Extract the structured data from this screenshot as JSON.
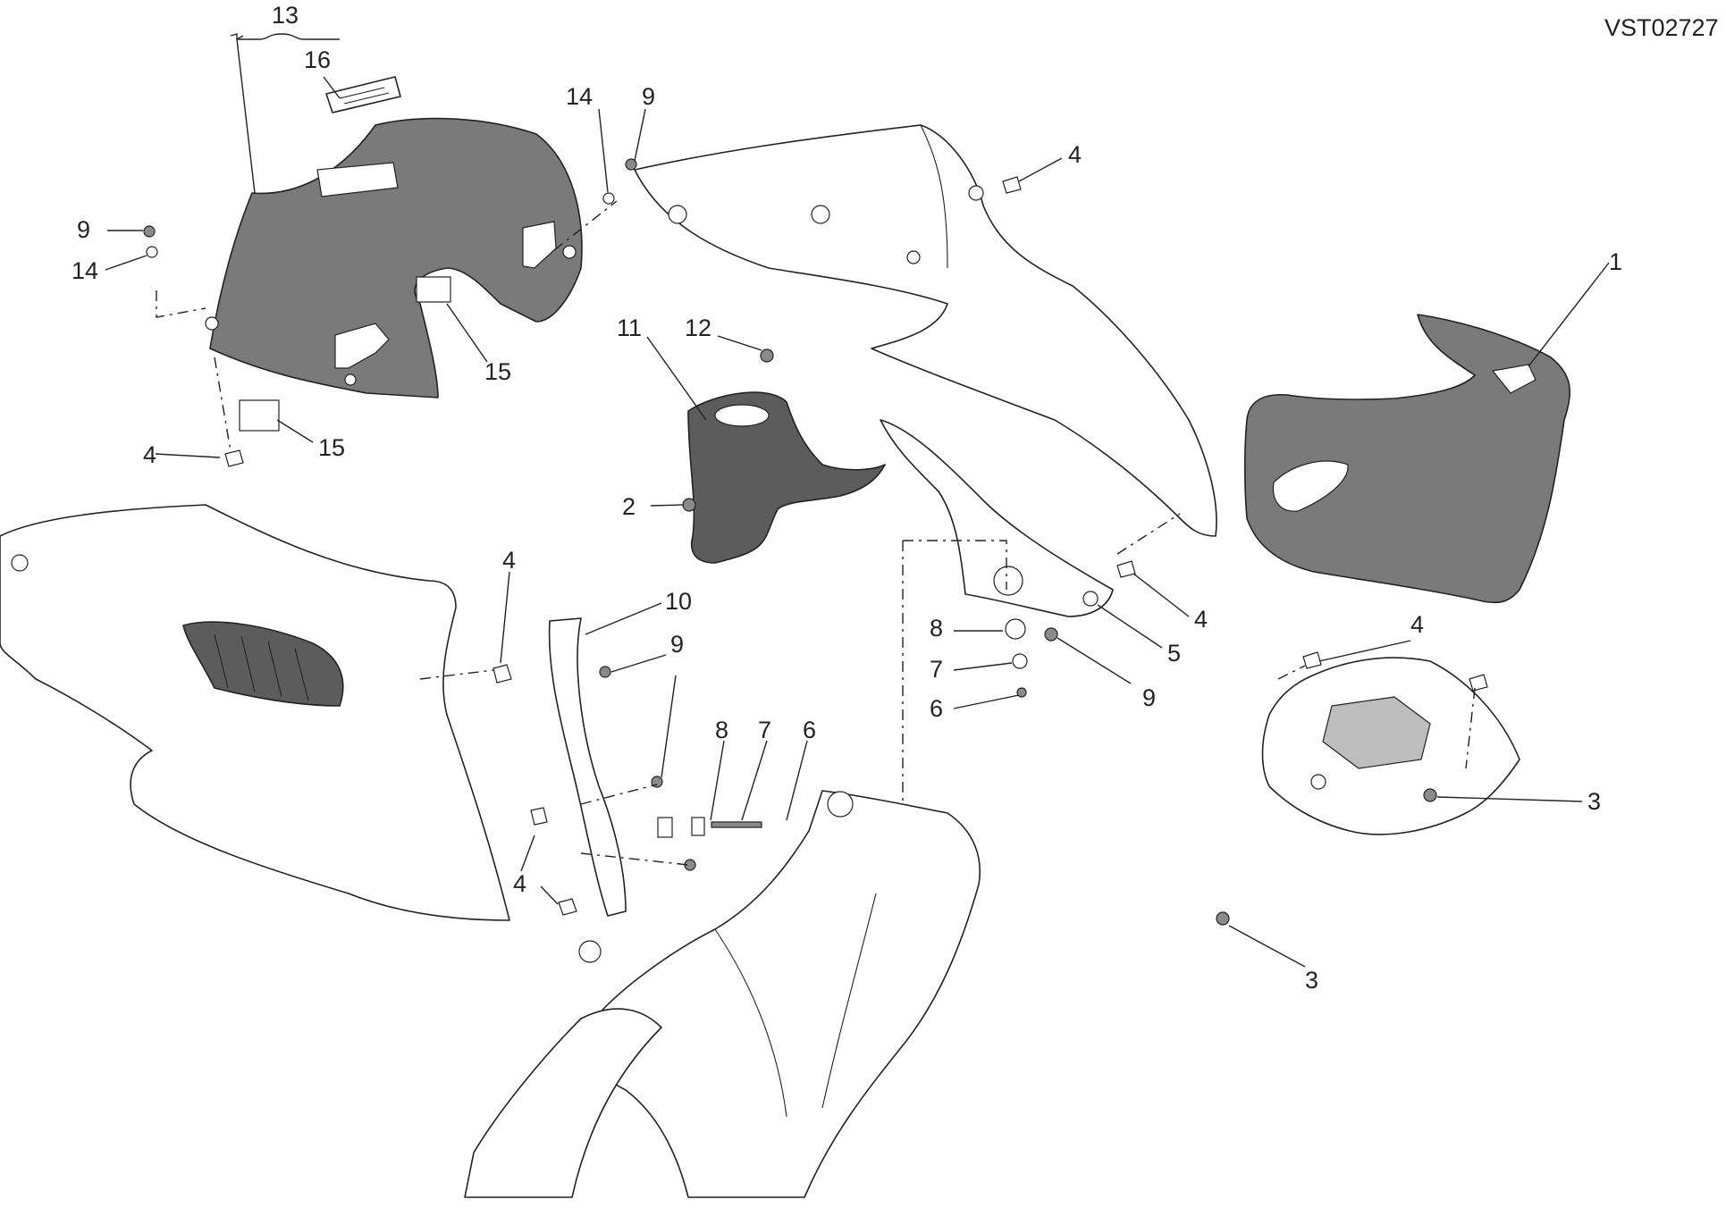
{
  "drawing_code": "VST02727",
  "callouts": {
    "c1": "1",
    "c2": "2",
    "c3a": "3",
    "c3b": "3",
    "c4a": "4",
    "c4b": "4",
    "c4c": "4",
    "c4d": "4",
    "c4e": "4",
    "c4f": "4",
    "c5": "5",
    "c6a": "6",
    "c6b": "6",
    "c7a": "7",
    "c7b": "7",
    "c8a": "8",
    "c8b": "8",
    "c9a": "9",
    "c9b": "9",
    "c9c": "9",
    "c9d": "9",
    "c10": "10",
    "c11": "11",
    "c12": "12",
    "c13": "13",
    "c14a": "14",
    "c14b": "14",
    "c15a": "15",
    "c15b": "15",
    "c16": "16"
  },
  "colors": {
    "line": "#222222",
    "part_grey": "#7a7a7a",
    "part_dark_grey": "#5c5c5c",
    "background": "#ffffff"
  }
}
